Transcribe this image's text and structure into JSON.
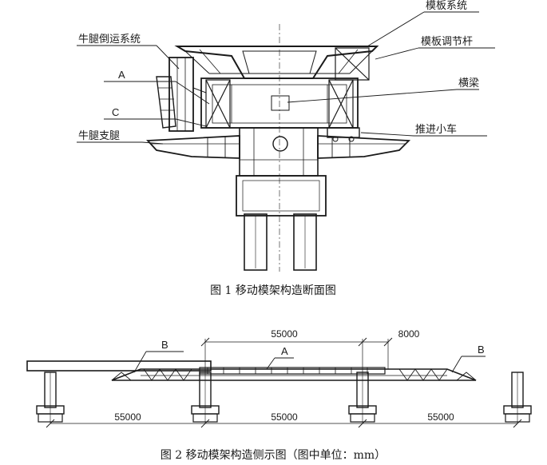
{
  "figure1": {
    "caption": "图 1   移动模架构造断面图",
    "labels": {
      "formwork_system": "模板系统",
      "bracket_transfer_system": "牛腿倒运系统",
      "formwork_adjust_rod": "模板调节杆",
      "label_a": "A",
      "cross_beam": "横梁",
      "label_c": "C",
      "push_trolley": "推进小车",
      "bracket_leg": "牛腿支腿"
    }
  },
  "figure2": {
    "caption": "图 2   移动模架构造侧示图（图中单位：mm）",
    "labels": {
      "label_b_left": "B",
      "label_a": "A",
      "label_b_right": "B"
    },
    "dimensions": {
      "top_span": "55000",
      "top_overhang": "8000",
      "bottom_left": "55000",
      "bottom_middle": "55000",
      "bottom_right": "55000"
    }
  }
}
